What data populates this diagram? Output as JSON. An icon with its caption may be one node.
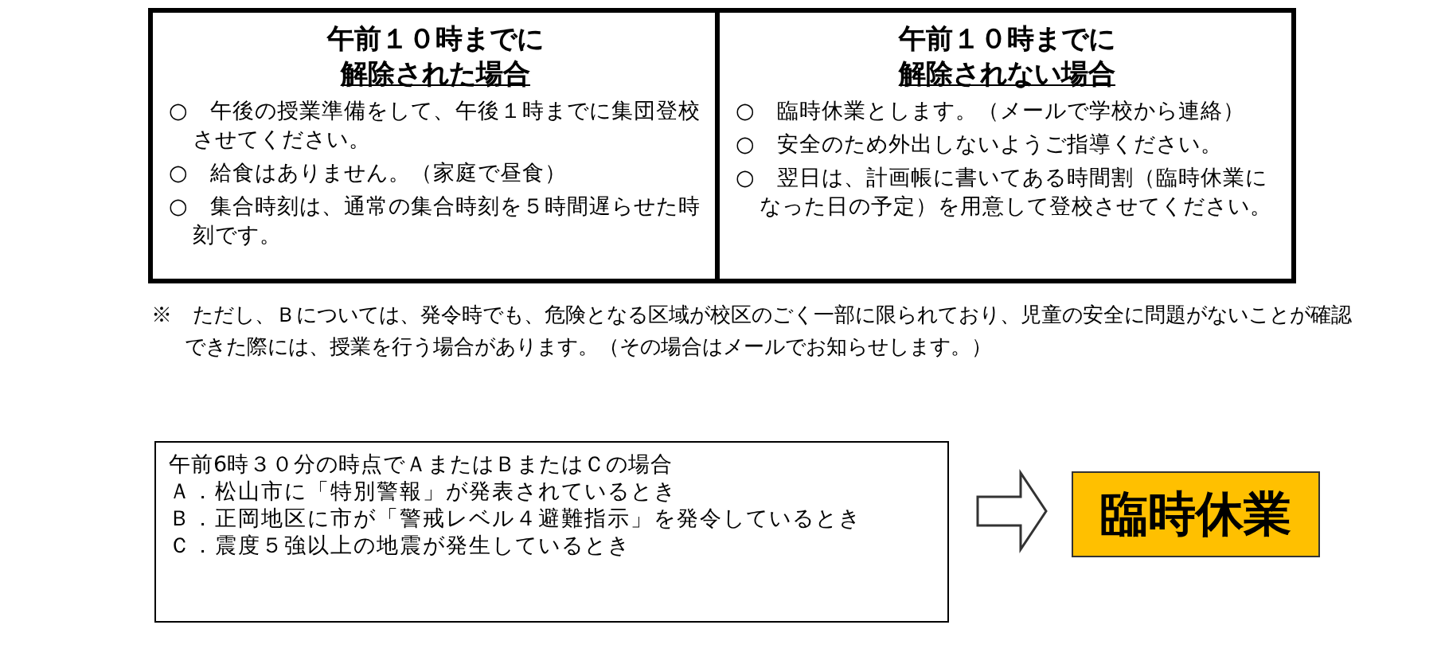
{
  "diagram": {
    "nodes": [
      {
        "text": [
          "午前１０時までに",
          "解除された場合",
          "○　午後の授業準備をして、午後１時までに集団登校させてください。",
          "○　給食はありません。（家庭で昼食）",
          "○　集合時刻は、通常の集合時刻を５時間遅らせた時刻です。"
        ]
      },
      {
        "text": [
          "午前１０時までに",
          "解除されない場合",
          "○　臨時休業とします。（メールで学校から連絡）",
          "○　安全のため外出しないようご指導ください。",
          "○　翌日は、計画帳に書いてある時間割（臨時休業になった日の予定）を用意して登校させてください。"
        ]
      },
      {
        "text": [
          "午前6時３０分の時点でＡまたはＢまたはＣの場合",
          "Ａ．松山市に「特別警報」が発表されているとき",
          "Ｂ．正岡地区に市が「警戒レベル４避難指示」を発令しているとき",
          "Ｃ．震度５強以上の地震が発生しているとき"
        ]
      },
      {
        "text": [
          "臨時休業"
        ]
      }
    ],
    "edges": [
      {
        "from": 2,
        "to": 3,
        "arrow": "to"
      }
    ],
    "labels": [
      "※　ただし、Ｂについては、発令時でも、危険となる区域が校区のごく一部に限られており、児童の安全に問題がないことが確認できた際には、授業を行う場合があります。（その場合はメールでお知らせします。）"
    ]
  }
}
